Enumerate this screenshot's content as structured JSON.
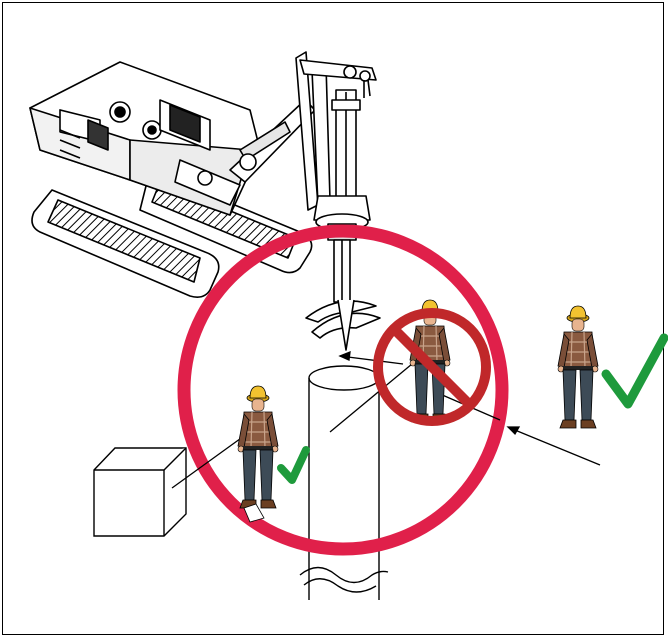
{
  "diagram": {
    "kind": "safety-illustration",
    "icons": {
      "machine": "rotary-drilling-rig-icon",
      "worker": "construction-worker-icon",
      "ok": "green-checkmark-icon",
      "prohibited": "prohibition-sign-icon",
      "zone": "red-exclusion-circle-icon",
      "object": "box-obstacle-icon",
      "pile": "pile-shaft-icon"
    },
    "colors": {
      "zone_red": "#e0204a",
      "prohibit_red": "#c0282a",
      "check_green": "#1e9a3c",
      "line": "#000000",
      "hard_hat": "#f2c230",
      "shirt": "#8a5a40",
      "trousers": "#3d4b57"
    },
    "workers": [
      {
        "id": "worker-inside-left",
        "status": "allowed"
      },
      {
        "id": "worker-inside-center",
        "status": "prohibited"
      },
      {
        "id": "worker-outside-right",
        "status": "allowed"
      }
    ]
  }
}
